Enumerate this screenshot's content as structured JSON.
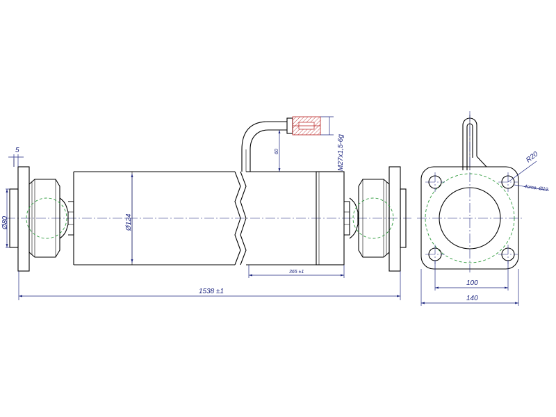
{
  "dimensions": {
    "overall_length": "1538 ±1",
    "flange_thickness": "5",
    "cylinder_diameter": "Ø124",
    "pin_diameter": "Ø80",
    "pipe_offset": "60",
    "port_thread": "M27x1,5-6g",
    "section_length": "365 ±1",
    "hole_spacing": "100",
    "flange_width": "140",
    "corner_radius": "R20",
    "holes": "4отв. Ø19"
  },
  "colors": {
    "outline": "#000000",
    "dimension": "#1a237e",
    "hidden_circle": "#2e9a3c",
    "section_hatch": "#b71c1c"
  }
}
